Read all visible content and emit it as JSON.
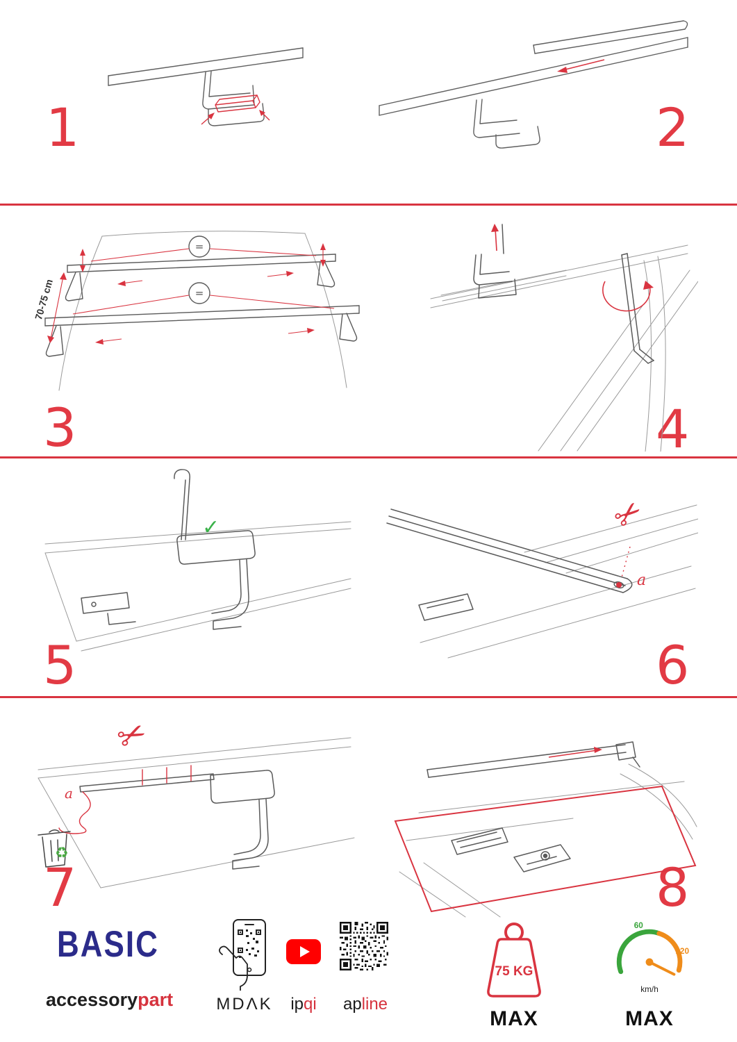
{
  "steps": [
    {
      "number": "1"
    },
    {
      "number": "2"
    },
    {
      "number": "3",
      "measure": "70-75 cm",
      "equals": "="
    },
    {
      "number": "4"
    },
    {
      "number": "5"
    },
    {
      "number": "6",
      "part_label": "a"
    },
    {
      "number": "7",
      "part_label": "a"
    },
    {
      "number": "8"
    }
  ],
  "icons": {
    "scissors": "✂",
    "check": "✓",
    "recycle": "♻"
  },
  "footer": {
    "brand": "BASIC",
    "brand_word_1": "accessory",
    "brand_word_2": "part",
    "partner_1": "MDΛK",
    "partner_2_black": "ip",
    "partner_2_red": "qi",
    "partner_3_black": "ap",
    "partner_3_red": "line",
    "weight_value": "75 KG",
    "weight_max": "MAX",
    "speed_min": "60",
    "speed_top": "120",
    "speed_unit": "km/h",
    "speed_max": "MAX"
  },
  "colors": {
    "accent": "#d93440",
    "brand_blue": "#2b2b8a",
    "green": "#3bb24a",
    "orange": "#ef8c1a"
  }
}
